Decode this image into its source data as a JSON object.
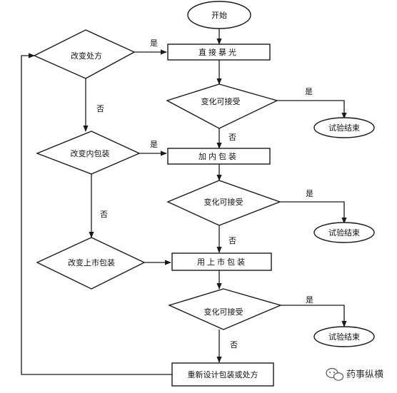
{
  "nodes": {
    "start": "开始",
    "direct_exposure": "直接暴光",
    "decision_1": "变化可接受",
    "end_1": "试验结束",
    "inner_pack": "加内包装",
    "decision_2": "变化可接受",
    "end_2": "试验结束",
    "market_pack": "用上市包装",
    "decision_3": "变化可接受",
    "end_3": "试验结束",
    "redesign": "重新设计包装或处方",
    "change_formula": "改变处方",
    "change_inner_pack": "改变内包装",
    "change_market_pack": "改变上市包装"
  },
  "edge_labels": {
    "yes": "是",
    "no": "否"
  },
  "watermark": "药事纵横"
}
